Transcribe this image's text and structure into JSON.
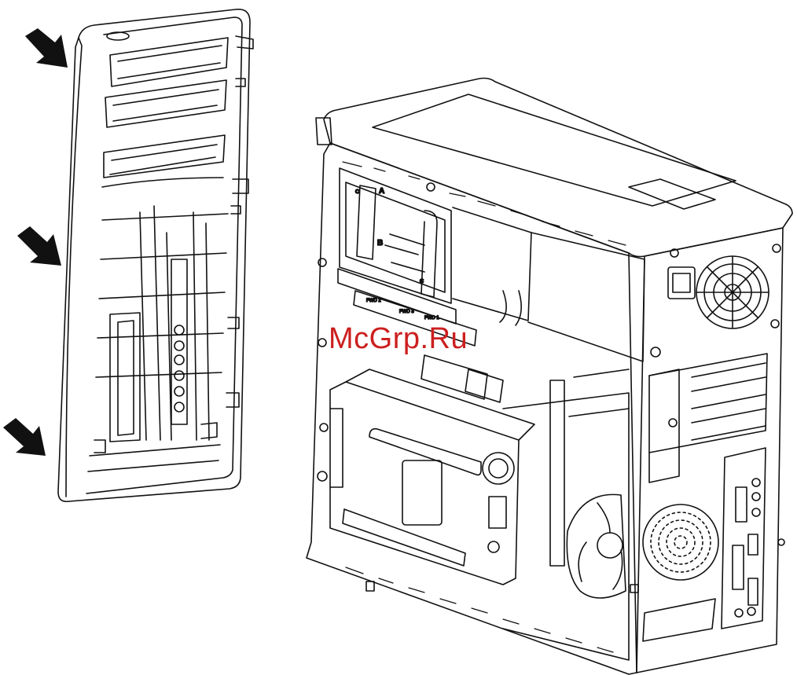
{
  "diagram": {
    "bay_labels": {
      "a": "A",
      "b": "B",
      "c1": "C",
      "c2": "C",
      "fwd2": "FWD 2",
      "fwd3": "FWD 3",
      "fwd1": "FWD 1"
    },
    "watermark": "McGrp.Ru",
    "watermark_color": "#cc1f1f",
    "line_color": "#111111",
    "arrow_count": 3
  }
}
